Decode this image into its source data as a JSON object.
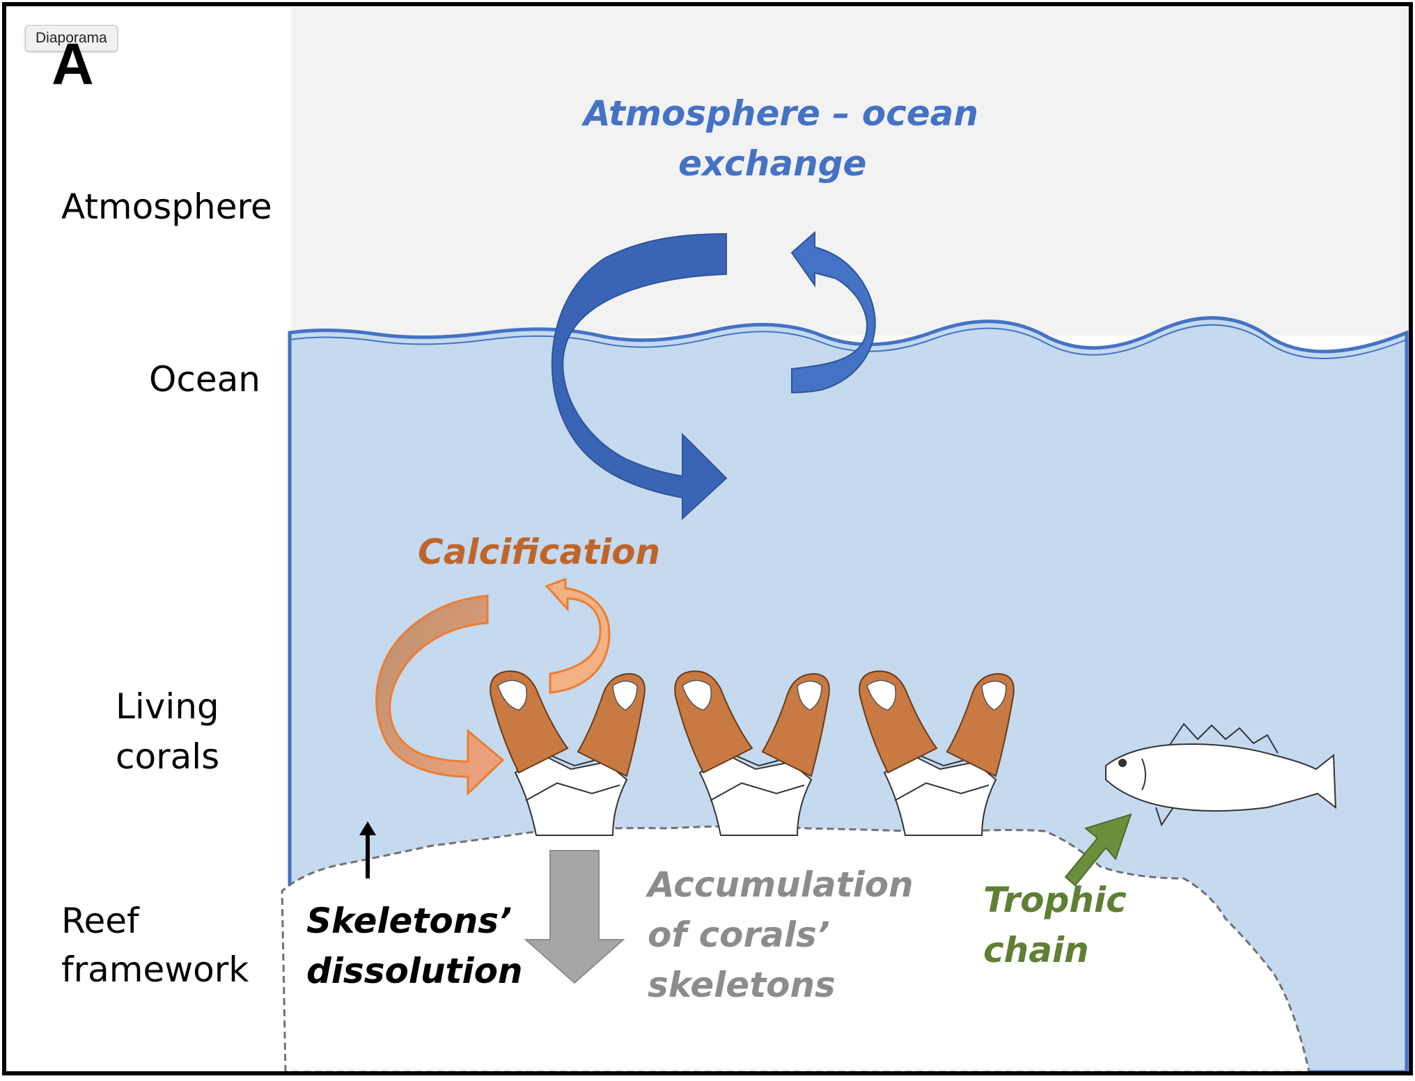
{
  "tooltip": "Diaporama",
  "panel_letter": "A",
  "layers": {
    "atmosphere": "Atmosphere",
    "ocean": "Ocean",
    "living_corals_1": "Living",
    "living_corals_2": "corals",
    "reef_1": "Reef",
    "reef_2": "framework"
  },
  "processes": {
    "exchange_1": "Atmosphere – ocean",
    "exchange_2": "exchange",
    "calcification": "Calcification",
    "dissolution_1": "Skeletons’",
    "dissolution_2": "dissolution",
    "accumulation_1": "Accumulation",
    "accumulation_2": "of corals’",
    "accumulation_3": "skeletons",
    "trophic_1": "Trophic",
    "trophic_2": "chain"
  },
  "colors": {
    "sky": "#f2f2f2",
    "ocean": "#c5d9ef",
    "exchange_text": "#4472c4",
    "arrow_dark": "#2f5597",
    "arrow_light": "#4472c4",
    "calcification_text": "#c0652a",
    "calcification_arrow": "#f4b183",
    "accumulation": "#a6a6a6",
    "trophic": "#6b8e3c"
  }
}
